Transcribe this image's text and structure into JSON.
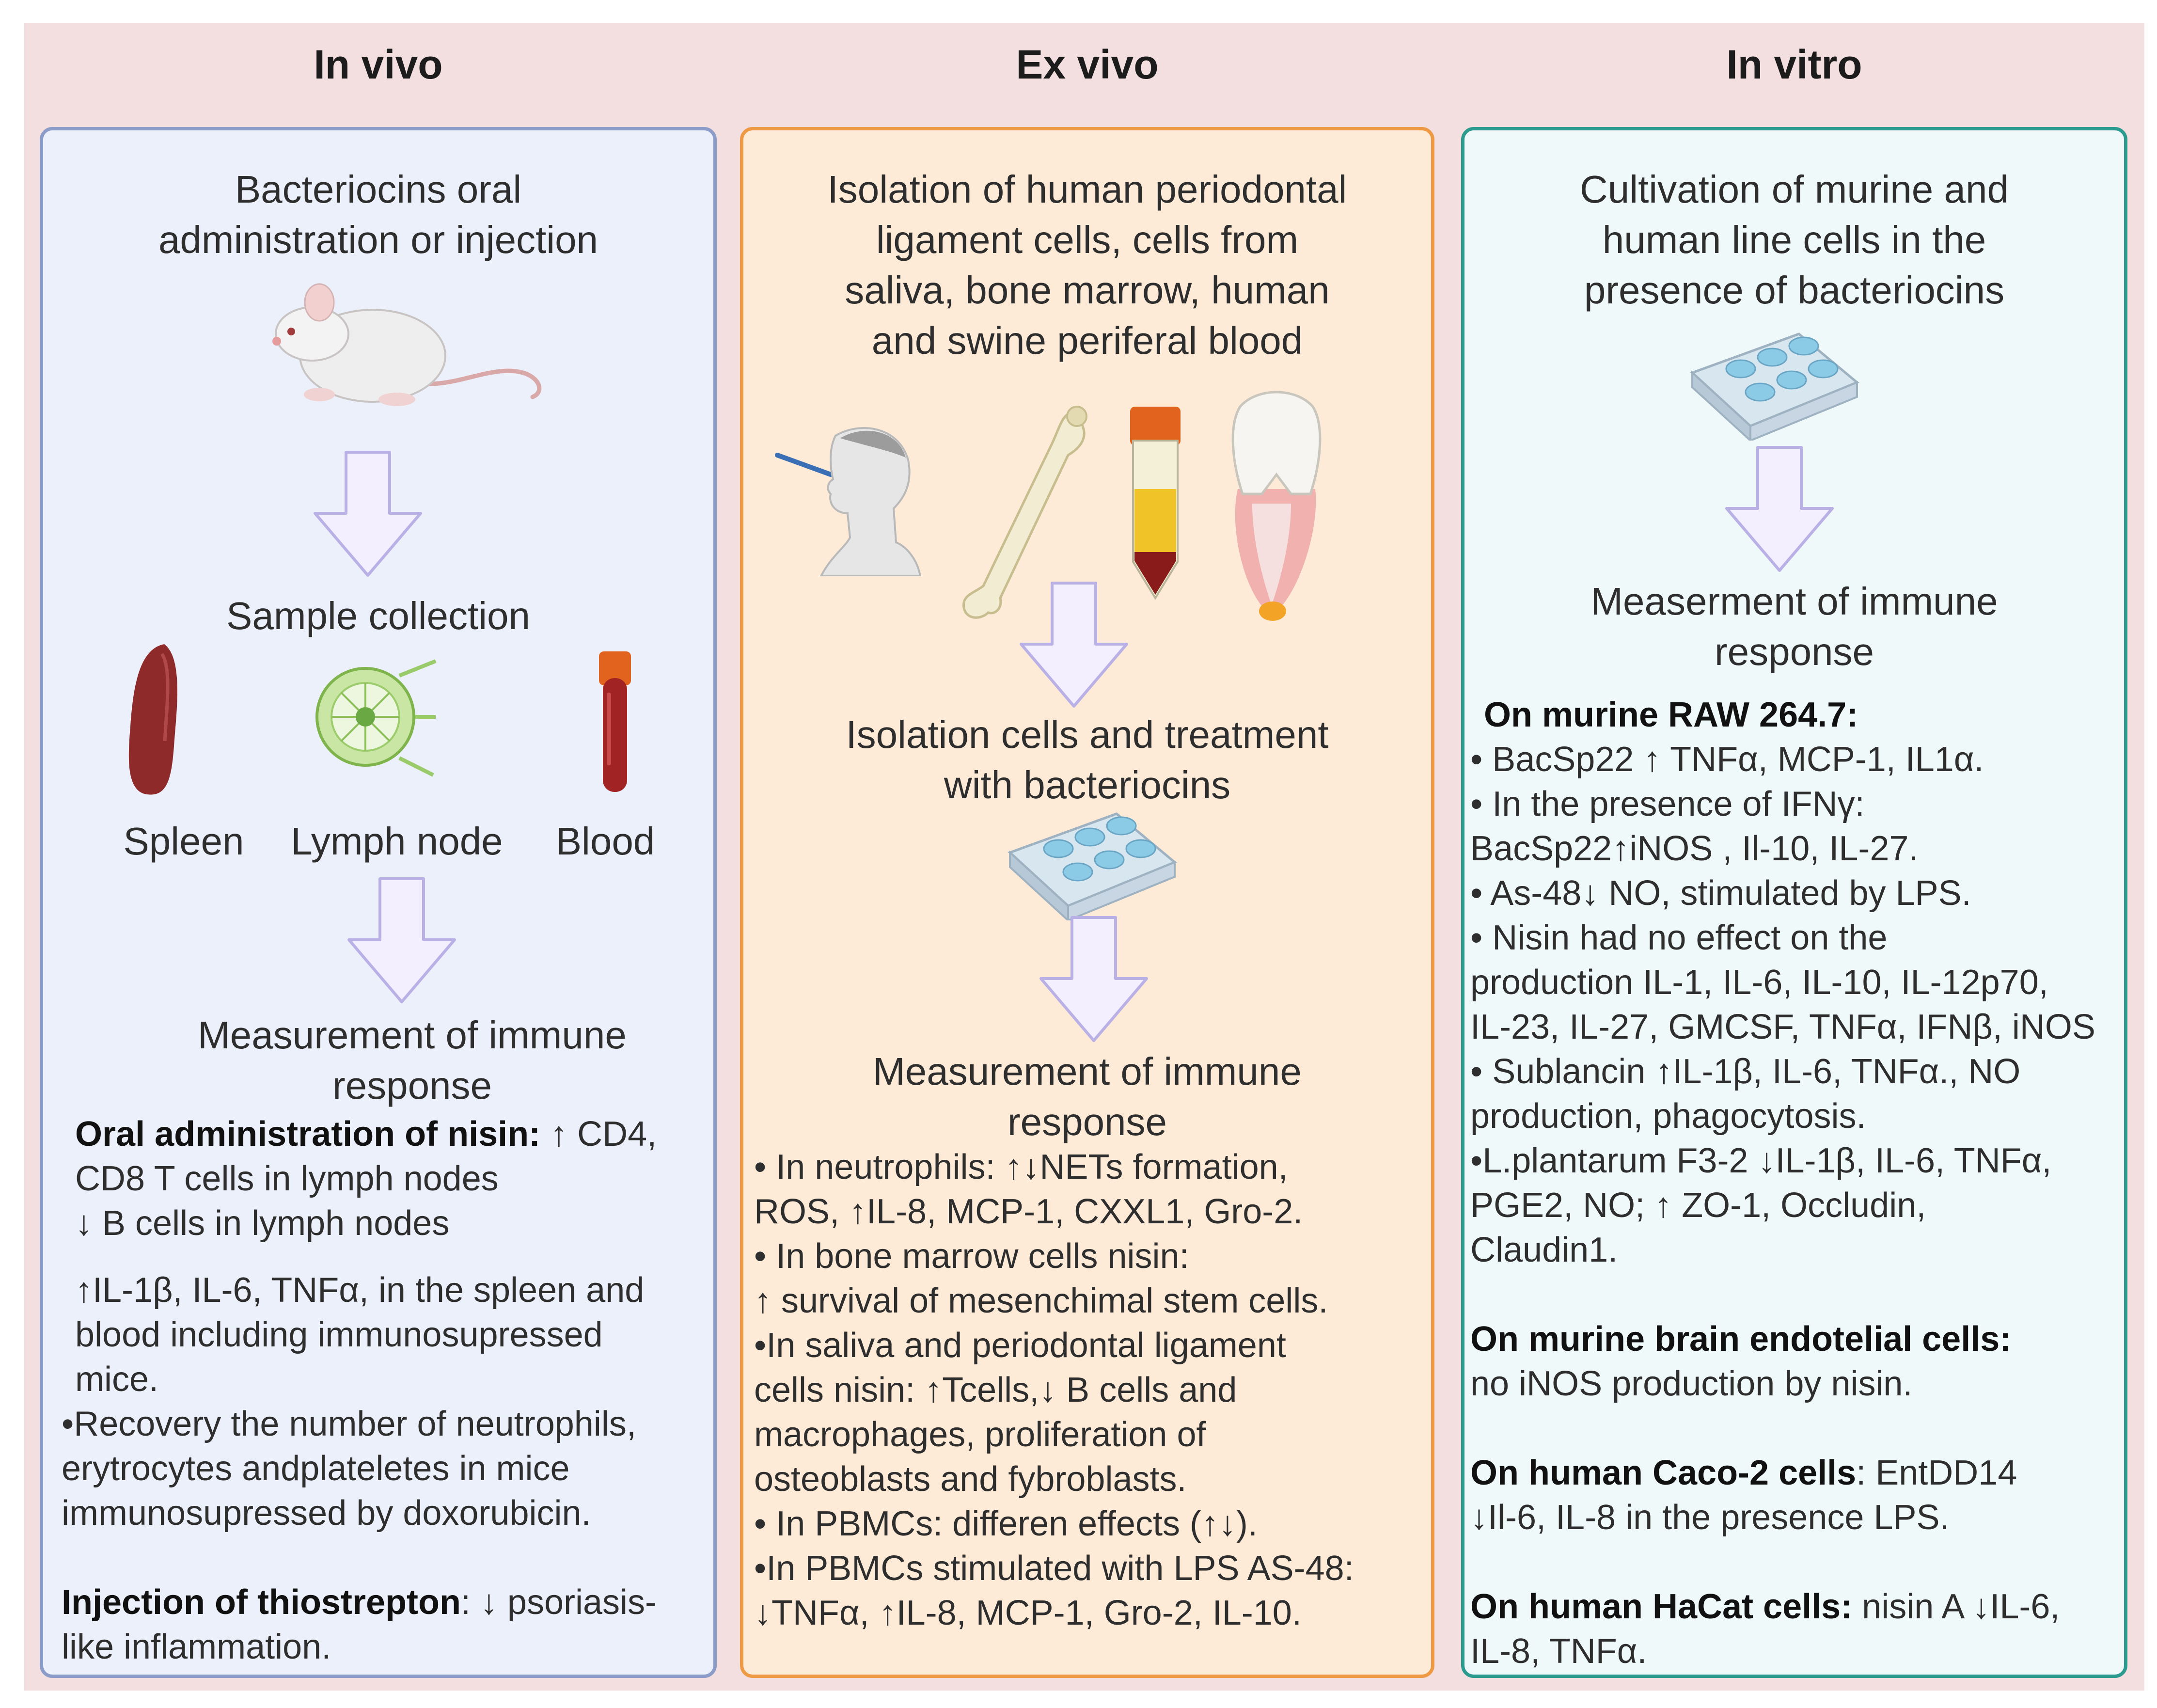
{
  "headers": {
    "in_vivo": "In vivo",
    "ex_vivo": "Ex vivo",
    "in_vitro": "In vitro"
  },
  "colors": {
    "banner": "#f3dfe0",
    "in_vivo_border": "#8c9cc9",
    "ex_vivo_border": "#ee9a45",
    "in_vitro_border": "#2b9b8f",
    "arrow_fill": "#f3effe",
    "arrow_stroke": "#b9b0e6"
  },
  "in_vivo": {
    "step1": [
      "Bacteriocins oral",
      "administration or  injection"
    ],
    "step2": "Sample collection",
    "samples": {
      "spleen": "Spleen",
      "lymph": "Lymph node",
      "blood": "Blood"
    },
    "step3": [
      "Measurement of immune",
      "response"
    ],
    "results": {
      "r1_bold": "Oral administration of nisin:",
      "r1_a": "↑ CD4,",
      "r1_b": "CD8 T cells in lymph nodes",
      "r1_c": "↓ B cells  in lymph nodes",
      "r2_a": "↑IL-1β, IL-6, TNFα, in the spleen and",
      "r2_b": "blood including immunosupressed",
      "r2_c": "mice.",
      "r3_a": "•Recovery  the number of neutrophils,",
      "r3_b": "erytrocytes andplateletes in mice",
      "r3_c": "immunosupressed by doxorubicin.",
      "r4_bold": "Injection of thiostrepton",
      "r4_a": ": ↓ psoriasis-",
      "r4_b": "like inflammation."
    }
  },
  "ex_vivo": {
    "step1": [
      "Isolation of human periodontal",
      "ligament cells, cells from",
      "saliva, bone marrow, human",
      "and swine  periferal blood"
    ],
    "step2": [
      "Isolation cells and treatment",
      "with bacteriocins"
    ],
    "step3": [
      "Measurement of immune",
      "response"
    ],
    "results": [
      "• In neutrophils: ↑↓NETs formation,",
      "ROS,  ↑IL-8, MCP-1, CXXL1, Gro-2.",
      "• In bone marrow cells nisin:",
      "↑ survival of mesenchimal stem cells.",
      "•In saliva and periodontal ligament",
      "cells nisin: ↑Tcells,↓ B cells and",
      "macrophages, proliferation of",
      "osteoblasts and fybroblasts.",
      "• In PBMCs: differen effects (↑↓).",
      "•In PBMCs stimulated with LPS AS-48:",
      "↓TNFα,  ↑IL-8, MCP-1, Gro-2, IL-10."
    ]
  },
  "in_vitro": {
    "step1": [
      "Cultivation of murine and",
      "human line cells in the",
      "presence of bacteriocins"
    ],
    "step2": [
      "Measerment of immune",
      "response"
    ],
    "results": {
      "raw_title": "On murine RAW 264.7:",
      "raw": [
        "• BacSp22 ↑ TNFα,  MCP-1, IL1α.",
        "• In the presence of IFNγ:",
        "BacSp22↑iNOS , Il-10, IL-27.",
        "• As-48↓ NO, stimulated by LPS.",
        "• Nisin had no effect on the",
        "production IL-1, IL-6, IL-10, IL-12p70,",
        "IL-23, IL-27, GMCSF, TNFα, IFNβ, iNOS",
        "• Sublancin ↑IL-1β, IL-6, TNFα., NO",
        "production, phagocytosis.",
        "•L.plantarum F3-2 ↓IL-1β, IL-6, TNFα,",
        " PGE2, NO; ↑ ZO-1, Occludin,",
        "Claudin1."
      ],
      "brain_title": "On murine brain endotelial cells:",
      "brain_a": "no iNOS production by nisin.",
      "caco_title": "On human Caco-2 cells",
      "caco_a": ": EntDD14",
      "caco_b": "↓Il-6, IL-8 in the presence LPS.",
      "hacat_title": "On human HaCat cells:",
      "hacat_a": " nisin A ↓IL-6,",
      "hacat_b": "IL-8, TNFα."
    }
  }
}
